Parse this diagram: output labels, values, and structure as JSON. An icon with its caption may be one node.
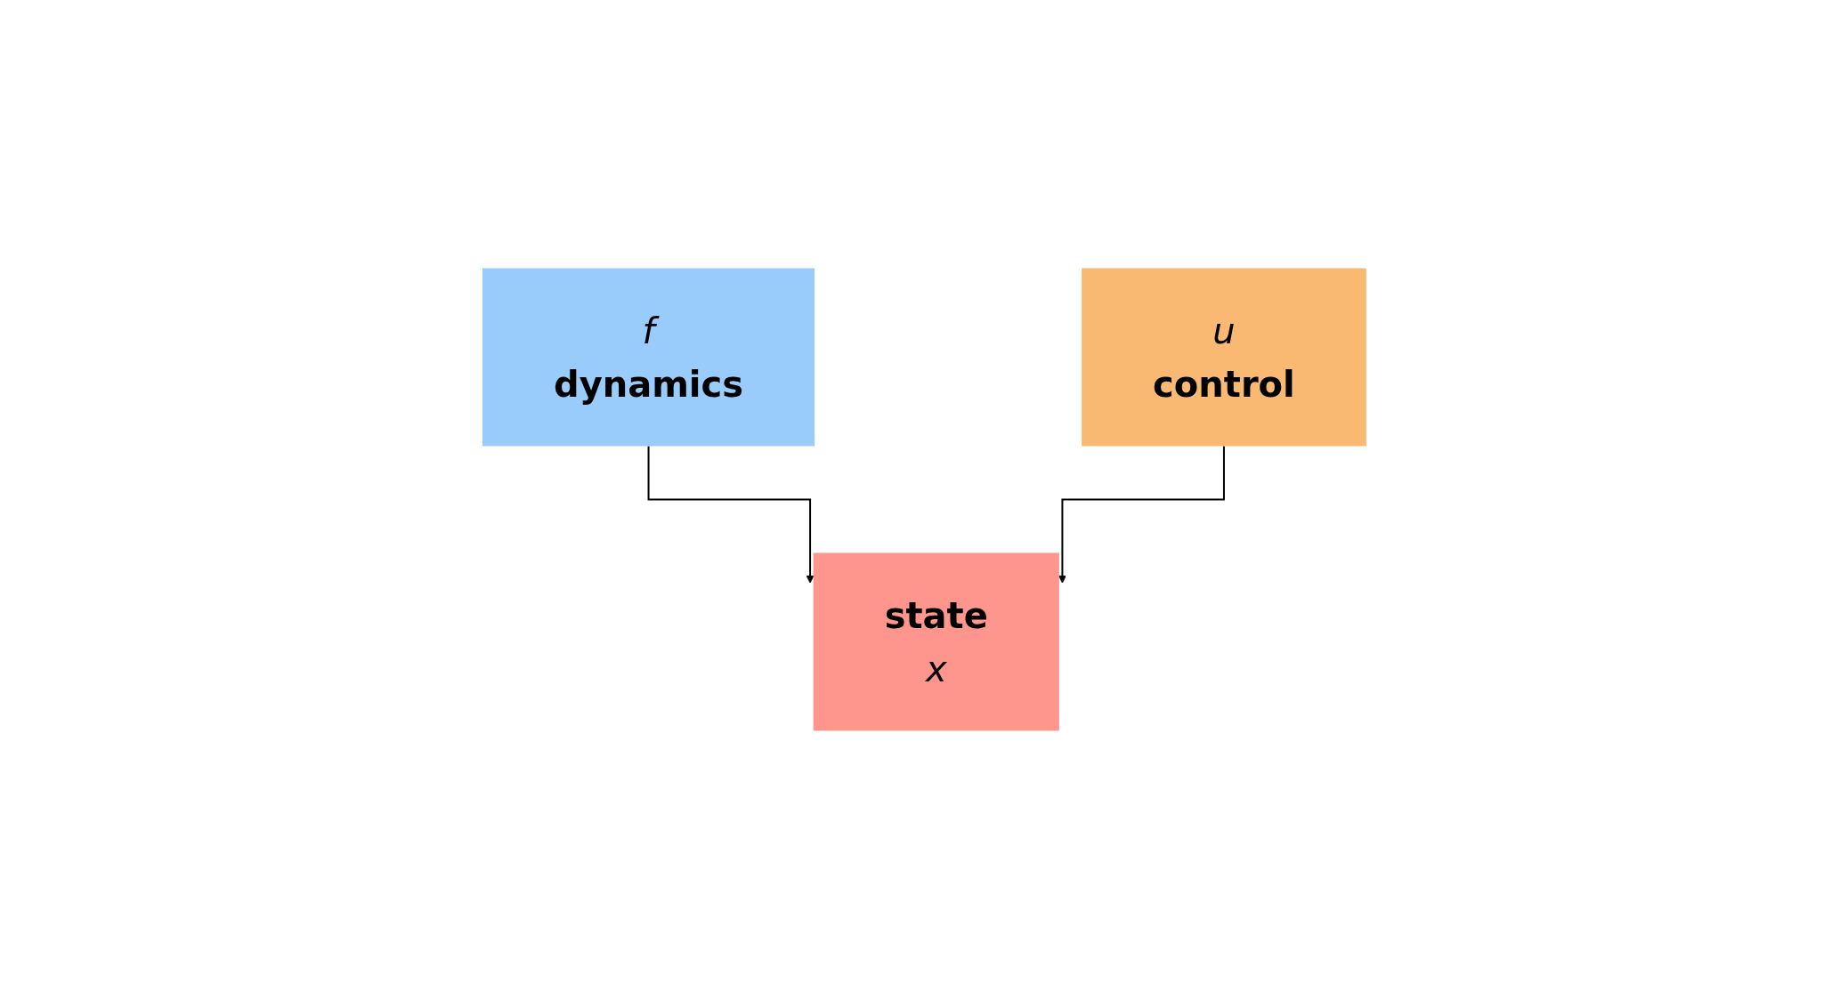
{
  "diagram": {
    "nodes": [
      {
        "text": [
          "f",
          "dynamics"
        ]
      },
      {
        "text": [
          "u",
          "control"
        ]
      },
      {
        "text": [
          "state",
          "x"
        ]
      }
    ],
    "edges": [
      {
        "from": 0,
        "to": 2,
        "arrow": "to"
      },
      {
        "from": 1,
        "to": 2,
        "arrow": "to"
      }
    ]
  }
}
